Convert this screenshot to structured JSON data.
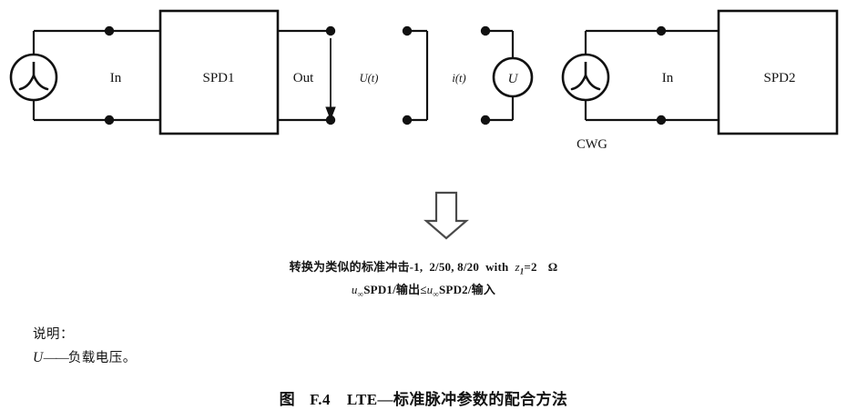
{
  "figure": {
    "caption_label": "图",
    "caption_number": "F.4",
    "caption_title": "LTE—标准脉冲参数的配合方法"
  },
  "circuit_left": {
    "source_name": "surge-generator",
    "port_in_label": "In",
    "device_label": "SPD1",
    "port_out_label": "Out",
    "current_arrow_name": "current-direction-arrow"
  },
  "circuit_middle": {
    "voltage_label": "U(t)",
    "current_label": "i(t)",
    "meter_label": "U"
  },
  "circuit_right": {
    "source_name": "surge-generator",
    "source_label": "CWG",
    "port_in_label": "In",
    "device_label": "SPD2"
  },
  "transform": {
    "arrow_name": "down-block-arrow",
    "line1_prefix": "转换为类似的标准冲击-1,",
    "line1_waveforms": "2/50,  8/20",
    "line1_with": "with",
    "line1_impedance_symbol": "z",
    "line1_impedance_sub": "1",
    "line1_impedance_value": "=2",
    "line1_unit": "Ω",
    "line2_u1": "u",
    "line2_u1_sub": "∞",
    "line2_spd1": "SPD1/输出",
    "line2_relation": "≤",
    "line2_u2": "u",
    "line2_u2_sub": "∞",
    "line2_spd2": "SPD2/输入"
  },
  "notes": {
    "header": "说明：",
    "item_symbol": "U",
    "item_dash": "——",
    "item_text": "负载电压。"
  },
  "colors": {
    "ink": "#141414",
    "background": "#ffffff",
    "wire": "#111111"
  }
}
